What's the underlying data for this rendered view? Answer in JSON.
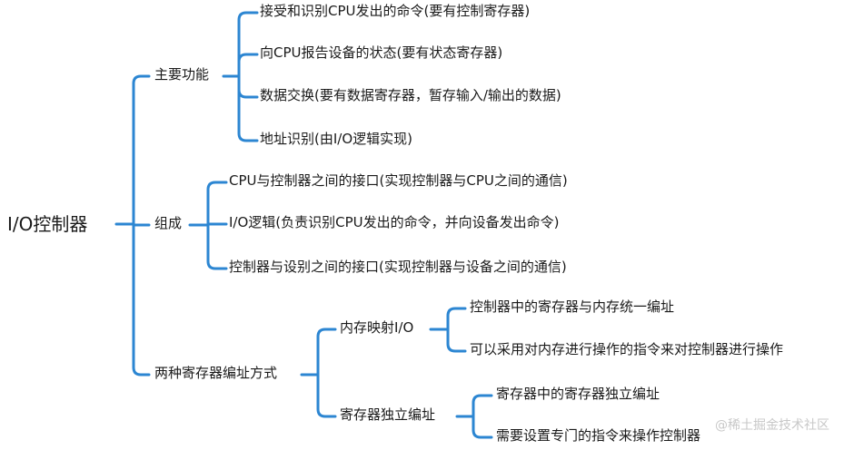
{
  "root": {
    "label": "I/O控制器",
    "children": [
      {
        "label": "主要功能",
        "children": [
          {
            "label": "接受和识别CPU发出的命令(要有控制寄存器)"
          },
          {
            "label": "向CPU报告设备的状态(要有状态寄存器)"
          },
          {
            "label": "数据交换(要有数据寄存器，暂存输入/输出的数据)"
          },
          {
            "label": "地址识别(由I/O逻辑实现)"
          }
        ]
      },
      {
        "label": "组成",
        "children": [
          {
            "label": "CPU与控制器之间的接口(实现控制器与CPU之间的通信)"
          },
          {
            "label": "I/O逻辑(负责识别CPU发出的命令，并向设备发出命令)"
          },
          {
            "label": "控制器与设别之间的接口(实现控制器与设备之间的通信)"
          }
        ]
      },
      {
        "label": "两种寄存器编址方式",
        "children": [
          {
            "label": "内存映射I/O",
            "children": [
              {
                "label": "控制器中的寄存器与内存统一编址"
              },
              {
                "label": "可以采用对内存进行操作的指令来对控制器进行操作"
              }
            ]
          },
          {
            "label": "寄存器独立编址",
            "children": [
              {
                "label": "寄存器中的寄存器独立编址"
              },
              {
                "label": "需要设置专门的指令来操作控制器"
              }
            ]
          }
        ]
      }
    ]
  },
  "watermark": "@稀土掘金技术社区",
  "colors": {
    "line": "#2c86d2",
    "text": "#1a1a1a"
  }
}
